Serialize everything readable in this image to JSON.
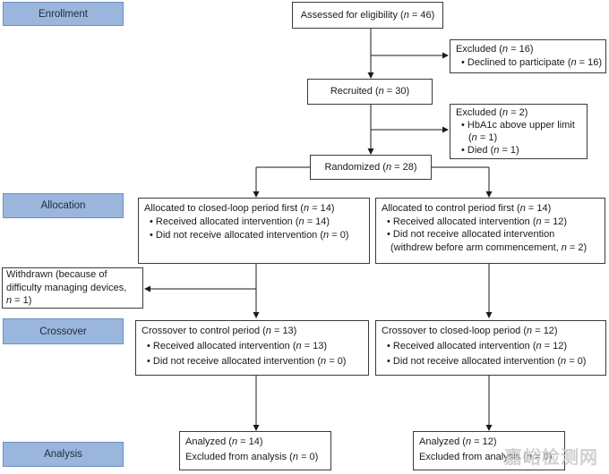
{
  "phases": {
    "enrollment": "Enrollment",
    "allocation": "Allocation",
    "crossover": "Crossover",
    "analysis": "Analysis"
  },
  "assessed": {
    "text": "Assessed for eligibility (",
    "n": "n",
    "val": " = 46)"
  },
  "excluded1": {
    "title_a": "Excluded (",
    "title_n": "n",
    "title_b": " = 16)",
    "item_a": "Declined to participate (",
    "item_n": "n",
    "item_b": " = 16)"
  },
  "recruited": {
    "text": "Recruited (",
    "n": "n",
    "val": " = 30)"
  },
  "excluded2": {
    "title_a": "Excluded (",
    "title_n": "n",
    "title_b": " = 2)",
    "item1_line1": "HbA1c above upper limit",
    "item1_a": "(",
    "item1_n": "n",
    "item1_b": " = 1)",
    "item2_a": "Died (",
    "item2_n": "n",
    "item2_b": " = 1)"
  },
  "randomized": {
    "text": "Randomized (",
    "n": "n",
    "val": " = 28)"
  },
  "alloc_left": {
    "title_a": "Allocated to closed-loop period first (",
    "title_n": "n",
    "title_b": " = 14)",
    "rec_a": "Received allocated intervention (",
    "rec_n": "n",
    "rec_b": " = 14)",
    "not_a": "Did not receive allocated intervention (",
    "not_n": "n",
    "not_b": " = 0)"
  },
  "alloc_right": {
    "title_a": "Allocated to control period first (",
    "title_n": "n",
    "title_b": " = 14)",
    "rec_a": "Received allocated intervention (",
    "rec_n": "n",
    "rec_b": " = 12)",
    "not_line1": "Did not receive allocated intervention",
    "not_a": "(withdrew before arm commencement, ",
    "not_n": "n",
    "not_b": " = 2)"
  },
  "withdrawn": {
    "line1": "Withdrawn (because of",
    "line2": "difficulty managing devices,",
    "line3_n": "n",
    "line3_b": " = 1)"
  },
  "cross_left": {
    "title_a": "Crossover to control period (",
    "title_n": "n",
    "title_b": " = 13)",
    "rec_a": "Received allocated intervention (",
    "rec_n": "n",
    "rec_b": " = 13)",
    "not_a": "Did not receive allocated intervention (",
    "not_n": "n",
    "not_b": " = 0)"
  },
  "cross_right": {
    "title_a": "Crossover to closed-loop period (",
    "title_n": "n",
    "title_b": " = 12)",
    "rec_a": "Received allocated intervention (",
    "rec_n": "n",
    "rec_b": " = 12)",
    "not_a": "Did not receive allocated intervention (",
    "not_n": "n",
    "not_b": " = 0)"
  },
  "analysis_left": {
    "an_a": "Analyzed (",
    "an_n": "n",
    "an_b": " = 14)",
    "ex_a": "Excluded from analysis (",
    "ex_n": "n",
    "ex_b": " = 0)"
  },
  "analysis_right": {
    "an_a": "Analyzed (",
    "an_n": "n",
    "an_b": " = 12)",
    "ex_a": "Excluded from analysis (",
    "ex_n": "n",
    "ex_b": " = 0)"
  },
  "watermark": "嘉峪检测网",
  "colors": {
    "phase_fill": "#9ab6dc",
    "line": "#1a1a1a"
  }
}
